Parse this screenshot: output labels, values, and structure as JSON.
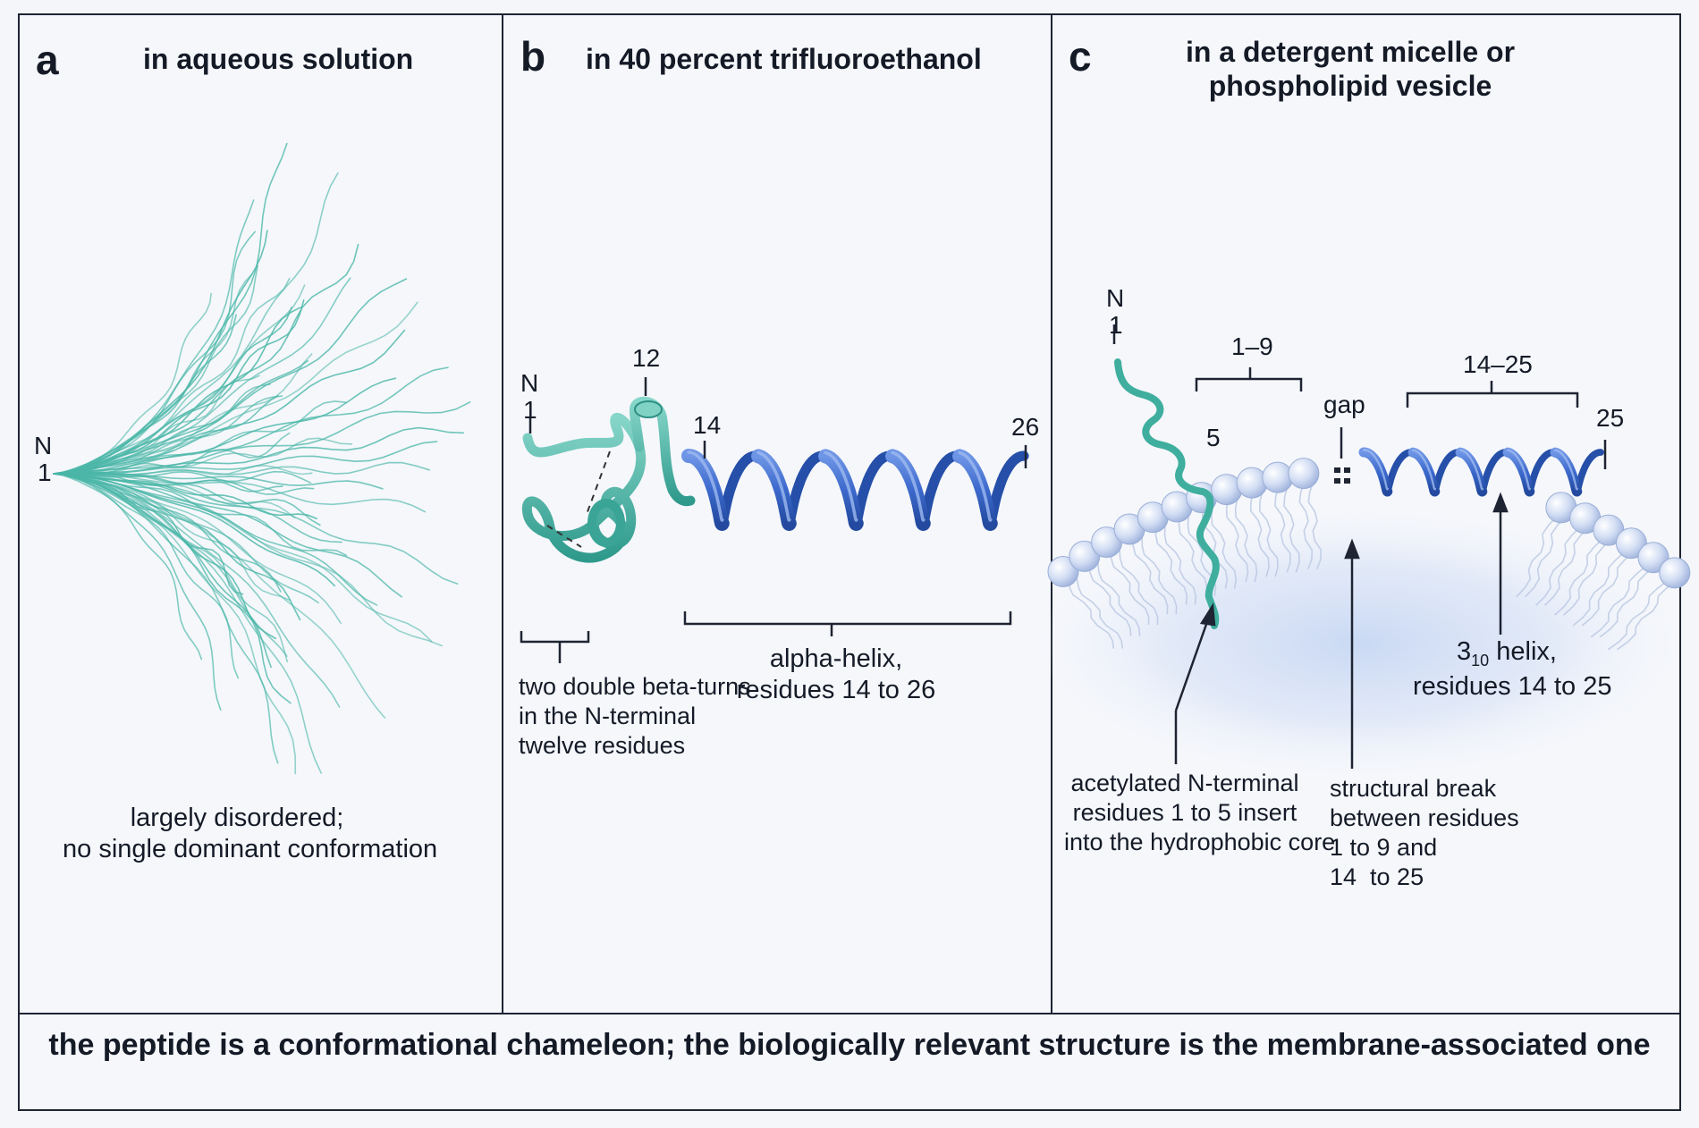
{
  "panels": {
    "a": {
      "letter": "a",
      "title": "in aqueous solution",
      "n_label": "N",
      "n_number": "1",
      "caption": "largely disordered;\nno single dominant conformation"
    },
    "b": {
      "letter": "b",
      "title": "in 40 percent trifluoroethanol",
      "n_label": "N",
      "n_number": "1",
      "residue_12": "12",
      "residue_14": "14",
      "residue_26": "26",
      "caption_turns": "two double beta-turns\nin the N-terminal\ntwelve residues",
      "caption_helix": "alpha-helix,\nresidues 14 to 26"
    },
    "c": {
      "letter": "c",
      "title": "in a detergent micelle or\nphospholipid vesicle",
      "n_label": "N",
      "n_number": "1",
      "residue_5": "5",
      "range_1_9": "1–9",
      "range_14_25": "14–25",
      "gap": "gap",
      "residue_25": "25",
      "caption_helix_prefix": "3",
      "caption_helix_sub": "10",
      "caption_helix_suffix": " helix,",
      "caption_helix_line2": "residues 14 to 25",
      "caption_insert": "acetylated N-terminal\nresidues 1 to 5 insert\ninto the hydrophobic core",
      "caption_break": "structural break\nbetween residues\n1 to 9 and\n14  to 25"
    }
  },
  "footer": {
    "caption": "the peptide is a conformational chameleon; the biologically relevant structure is the membrane-associated one"
  },
  "colors": {
    "border": "#1e2432",
    "teal": "#4bb7a8",
    "teal_dark": "#2f8f84",
    "helix_blue": "#3f6fd1",
    "helix_dark": "#254fa8",
    "lipid_head": "#c8d6f2",
    "lipid_tail": "#b9c7e2",
    "membrane_glow": "#c9d8f3"
  }
}
